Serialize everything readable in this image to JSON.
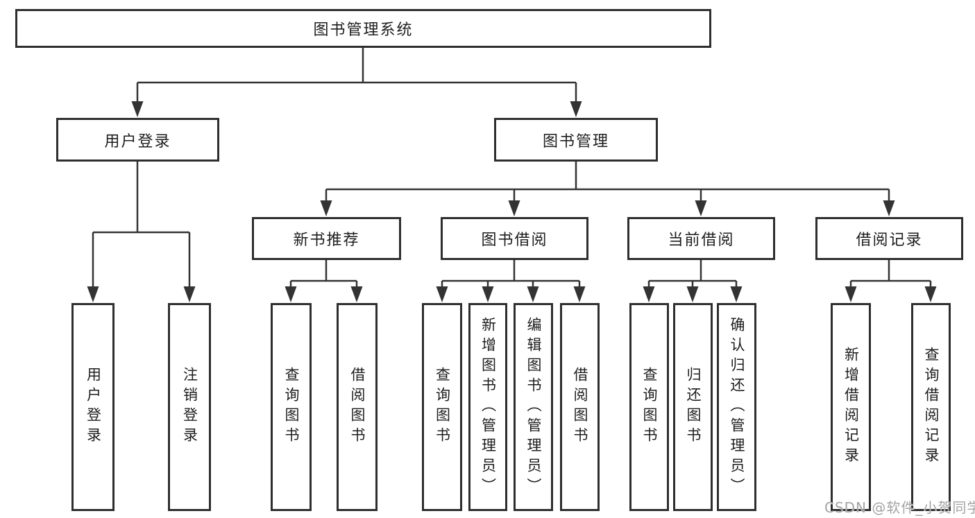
{
  "nodes": {
    "root": {
      "label": "图书管理系统"
    },
    "level2": [
      {
        "label": "用户登录"
      },
      {
        "label": "图书管理"
      }
    ],
    "level3": [
      {
        "label": "新书推荐"
      },
      {
        "label": "图书借阅"
      },
      {
        "label": "当前借阅"
      },
      {
        "label": "借阅记录"
      }
    ],
    "leaves": {
      "user_login": [
        "用户登录",
        "注销登录"
      ],
      "new_book_recommend": [
        "查询图书",
        "借阅图书"
      ],
      "book_borrow": [
        "查询图书",
        "新增图书（管理员）",
        "编辑图书（管理员）",
        "借阅图书"
      ],
      "current_borrow": [
        "查询图书",
        "归还图书",
        "确认归还（管理员）"
      ],
      "borrow_record": [
        "新增借阅记录",
        "查询借阅记录"
      ]
    }
  },
  "watermark": {
    "text": "CSDN @软件_小贺同学"
  },
  "colors": {
    "line": "#333333",
    "box_border": "#2e2e2e",
    "box_fill": "#ffffff",
    "text": "#1d1d1d",
    "watermark": "#a3a3a3",
    "background": "#ffffff"
  }
}
